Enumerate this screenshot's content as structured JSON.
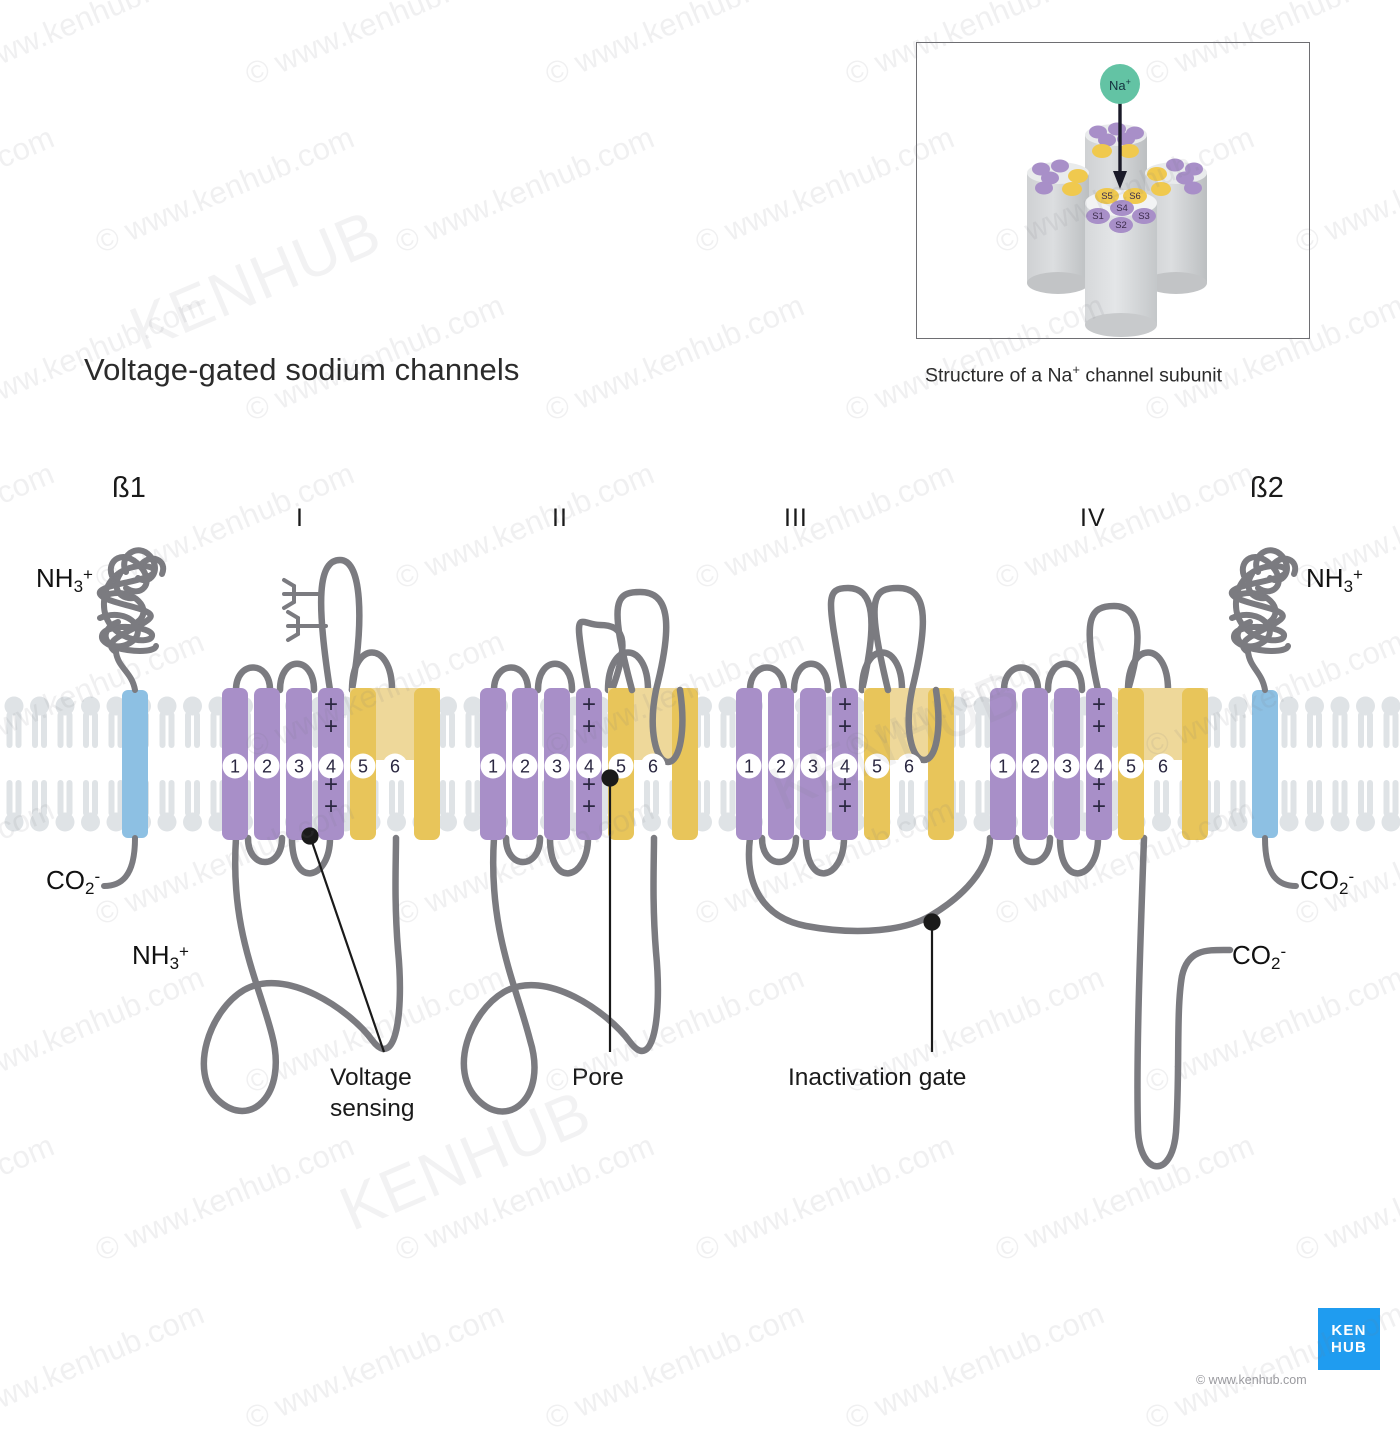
{
  "page": {
    "title": "Voltage-gated  sodium channels",
    "background": "#ffffff"
  },
  "inset": {
    "caption_pre": "Structure of a Na",
    "caption_sup": "+",
    "caption_post": " channel subunit",
    "ion_label": "Na",
    "ion_charge": "+",
    "segments": [
      {
        "id": "S1",
        "label": "S1",
        "color": "#a88fc8"
      },
      {
        "id": "S2",
        "label": "S2",
        "color": "#a88fc8"
      },
      {
        "id": "S3",
        "label": "S3",
        "color": "#a88fc8"
      },
      {
        "id": "S4",
        "label": "S4",
        "color": "#a88fc8"
      },
      {
        "id": "S5",
        "label": "S5",
        "color": "#e8c55a"
      },
      {
        "id": "S6",
        "label": "S6",
        "color": "#e8c55a"
      }
    ]
  },
  "domains": [
    {
      "numeral": "I",
      "segments": [
        "1",
        "2",
        "3",
        "4",
        "5",
        "6"
      ]
    },
    {
      "numeral": "II",
      "segments": [
        "1",
        "2",
        "3",
        "4",
        "5",
        "6"
      ]
    },
    {
      "numeral": "III",
      "segments": [
        "1",
        "2",
        "3",
        "4",
        "5",
        "6"
      ]
    },
    {
      "numeral": "IV",
      "segments": [
        "1",
        "2",
        "3",
        "4",
        "5",
        "6"
      ]
    }
  ],
  "voltage_sensor_charges": "+",
  "beta_subunits": {
    "left": {
      "label": "ß1",
      "n_term": "NH",
      "n_sub": "3",
      "n_sup": "+",
      "c_term": "CO",
      "c_sub": "2",
      "c_sup": "-"
    },
    "right": {
      "label": "ß2",
      "n_term": "NH",
      "n_sub": "3",
      "n_sup": "+",
      "c_term": "CO",
      "c_sub": "2",
      "c_sup": "-"
    }
  },
  "alpha_termini": {
    "n_term": {
      "main": "NH",
      "sub": "3",
      "sup": "+"
    },
    "c_term": {
      "main": "CO",
      "sub": "2",
      "sup": "-"
    }
  },
  "annotations": [
    {
      "id": "voltage-sensing",
      "label": "Voltage\nsensing"
    },
    {
      "id": "pore",
      "label": "Pore"
    },
    {
      "id": "inactivation-gate",
      "label": "Inactivation gate"
    }
  ],
  "branding": {
    "logo_line1": "KEN",
    "logo_line2": "HUB",
    "copyright": "© www.kenhub.com",
    "logo_color": "#1f9cf0"
  },
  "watermark": {
    "text": "© www.kenhub.com",
    "big_text": "KENHUB"
  },
  "colors": {
    "segment_purple": "#a88fc8",
    "segment_yellow": "#e8c55a",
    "pore_bridge": "#eed89a",
    "beta_helix": "#8dc0e3",
    "loop_stroke": "#7b7b80",
    "membrane_head": "#dfe3e6",
    "cylinder": "#c9cbcd",
    "ion_green": "#63c3a4"
  }
}
